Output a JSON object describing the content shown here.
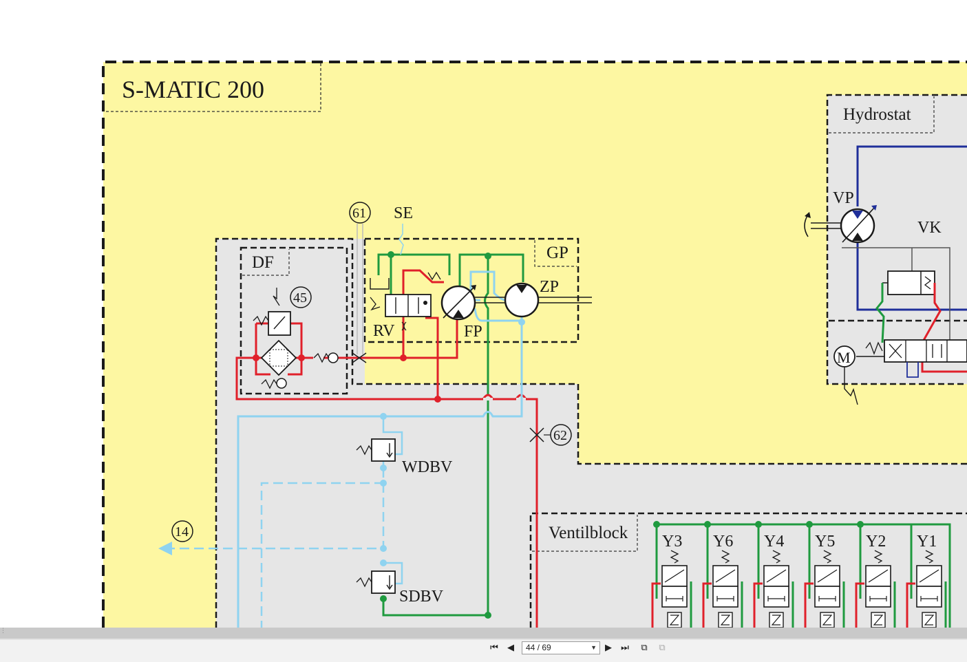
{
  "diagram": {
    "title": "S-MATIC 200",
    "groups": {
      "hydrostat": "Hydrostat",
      "df": "DF",
      "gp": "GP",
      "ventilblock": "Ventilblock"
    },
    "components": {
      "se": "SE",
      "rv": "RV",
      "fp": "FP",
      "zp": "ZP",
      "vp": "VP",
      "vk": "VK",
      "motor": "M",
      "wdbv": "WDBV",
      "sdbv": "SDBV"
    },
    "markers": {
      "m61": "61",
      "m45": "45",
      "m62": "62",
      "m14": "14"
    },
    "valves": [
      "Y3",
      "Y6",
      "Y4",
      "Y5",
      "Y2",
      "Y1"
    ],
    "line_colors": {
      "pressure": "#e0202a",
      "control": "#1f9a3f",
      "return": "#8fd3f0",
      "hydrostat": "#1f2f9a",
      "frame": "#1a1a1a"
    },
    "background_colors": {
      "main_area": "#fdf7a2",
      "subgroup": "#e6e6e6"
    }
  },
  "viewer": {
    "page_display": "44 / 69",
    "icons": [
      "first-page-icon",
      "prev-page-icon",
      "next-page-icon",
      "last-page-icon",
      "single-page-view-icon",
      "two-page-view-icon"
    ]
  }
}
